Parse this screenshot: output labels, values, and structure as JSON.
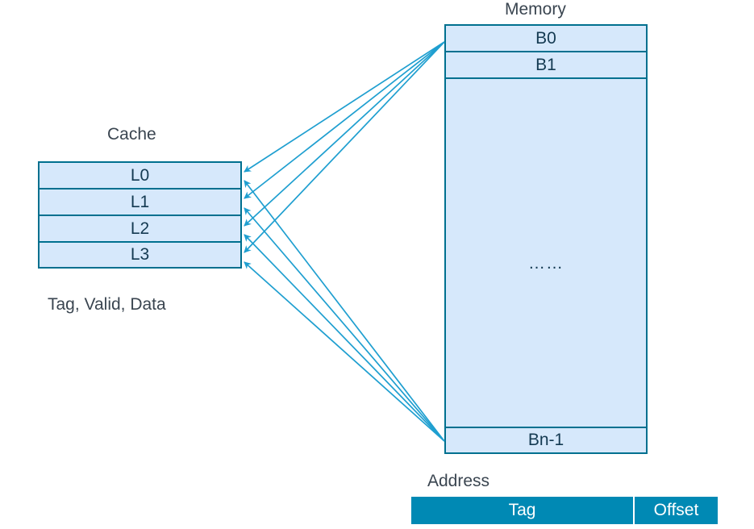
{
  "diagram": {
    "type": "cache-mapping-diagram",
    "colors": {
      "box_fill": "#d6e8fb",
      "box_border": "#00708f",
      "arrow": "#1f9fd0",
      "address_bar": "#0089b4",
      "label_text": "#3a4550",
      "cell_text": "#143a52",
      "address_text": "#ffffff",
      "background": "#ffffff"
    },
    "cache": {
      "title": "Cache",
      "caption": "Tag, Valid, Data",
      "lines": [
        {
          "label": "L0"
        },
        {
          "label": "L1"
        },
        {
          "label": "L2"
        },
        {
          "label": "L3"
        }
      ]
    },
    "memory": {
      "title": "Memory",
      "blocks": [
        {
          "label": "B0"
        },
        {
          "label": "B1"
        }
      ],
      "ellipsis": "……",
      "last_block": {
        "label": "Bn-1"
      }
    },
    "address": {
      "title": "Address",
      "fields": [
        {
          "label": "Tag"
        },
        {
          "label": "Offset"
        }
      ]
    }
  }
}
